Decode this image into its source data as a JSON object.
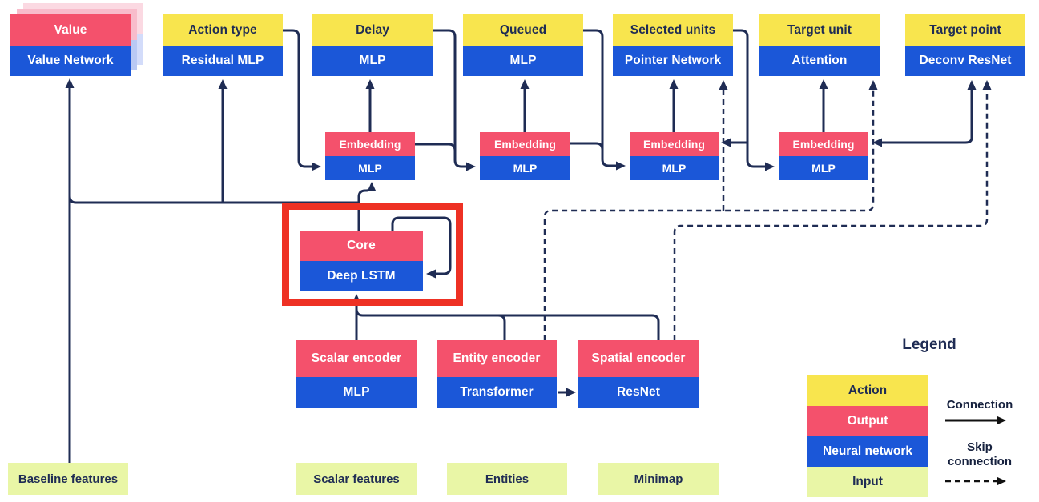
{
  "colors": {
    "action_yellow": "#f8e54e",
    "output_pink": "#f4516c",
    "network_blue": "#1b57d8",
    "input_green": "#e9f6a6",
    "line_navy": "#1f2c54",
    "highlight_red": "#ee3124",
    "shadow_pink_far": "#fbd9e2",
    "shadow_pink_near": "#f8bccb",
    "shadow_blue_far": "#d3dcfa",
    "shadow_blue_near": "#b9c9f4"
  },
  "nodes": [
    {
      "id": "value",
      "top": "Value",
      "bottom": "Value Network",
      "top_type": "output",
      "stacked": true
    },
    {
      "id": "action_type",
      "top": "Action type",
      "bottom": "Residual MLP",
      "top_type": "action"
    },
    {
      "id": "delay",
      "top": "Delay",
      "bottom": "MLP",
      "top_type": "action"
    },
    {
      "id": "queued",
      "top": "Queued",
      "bottom": "MLP",
      "top_type": "action"
    },
    {
      "id": "selected_units",
      "top": "Selected units",
      "bottom": "Pointer Network",
      "top_type": "action"
    },
    {
      "id": "target_unit",
      "top": "Target unit",
      "bottom": "Attention",
      "top_type": "action"
    },
    {
      "id": "target_point",
      "top": "Target point",
      "bottom": "Deconv ResNet",
      "top_type": "action"
    },
    {
      "id": "emb1",
      "top": "Embedding",
      "bottom": "MLP",
      "top_type": "output"
    },
    {
      "id": "emb2",
      "top": "Embedding",
      "bottom": "MLP",
      "top_type": "output"
    },
    {
      "id": "emb3",
      "top": "Embedding",
      "bottom": "MLP",
      "top_type": "output"
    },
    {
      "id": "emb4",
      "top": "Embedding",
      "bottom": "MLP",
      "top_type": "output"
    },
    {
      "id": "core",
      "top": "Core",
      "bottom": "Deep LSTM",
      "top_type": "output",
      "highlighted": true
    },
    {
      "id": "scalar_encoder",
      "top": "Scalar encoder",
      "bottom": "MLP",
      "top_type": "output"
    },
    {
      "id": "entity_encoder",
      "top": "Entity encoder",
      "bottom": "Transformer",
      "top_type": "output"
    },
    {
      "id": "spatial_encoder",
      "top": "Spatial encoder",
      "bottom": "ResNet",
      "top_type": "output"
    }
  ],
  "inputs": [
    {
      "id": "baseline_features",
      "label": "Baseline features"
    },
    {
      "id": "scalar_features",
      "label": "Scalar features"
    },
    {
      "id": "entities",
      "label": "Entities"
    },
    {
      "id": "minimap",
      "label": "Minimap"
    }
  ],
  "legend": {
    "title": "Legend",
    "items": [
      {
        "label": "Action",
        "type": "action"
      },
      {
        "label": "Output",
        "type": "output"
      },
      {
        "label": "Neural network",
        "type": "network"
      },
      {
        "label": "Input",
        "type": "input"
      }
    ],
    "connection_label": "Connection",
    "skip_connection_label": "Skip connection"
  }
}
